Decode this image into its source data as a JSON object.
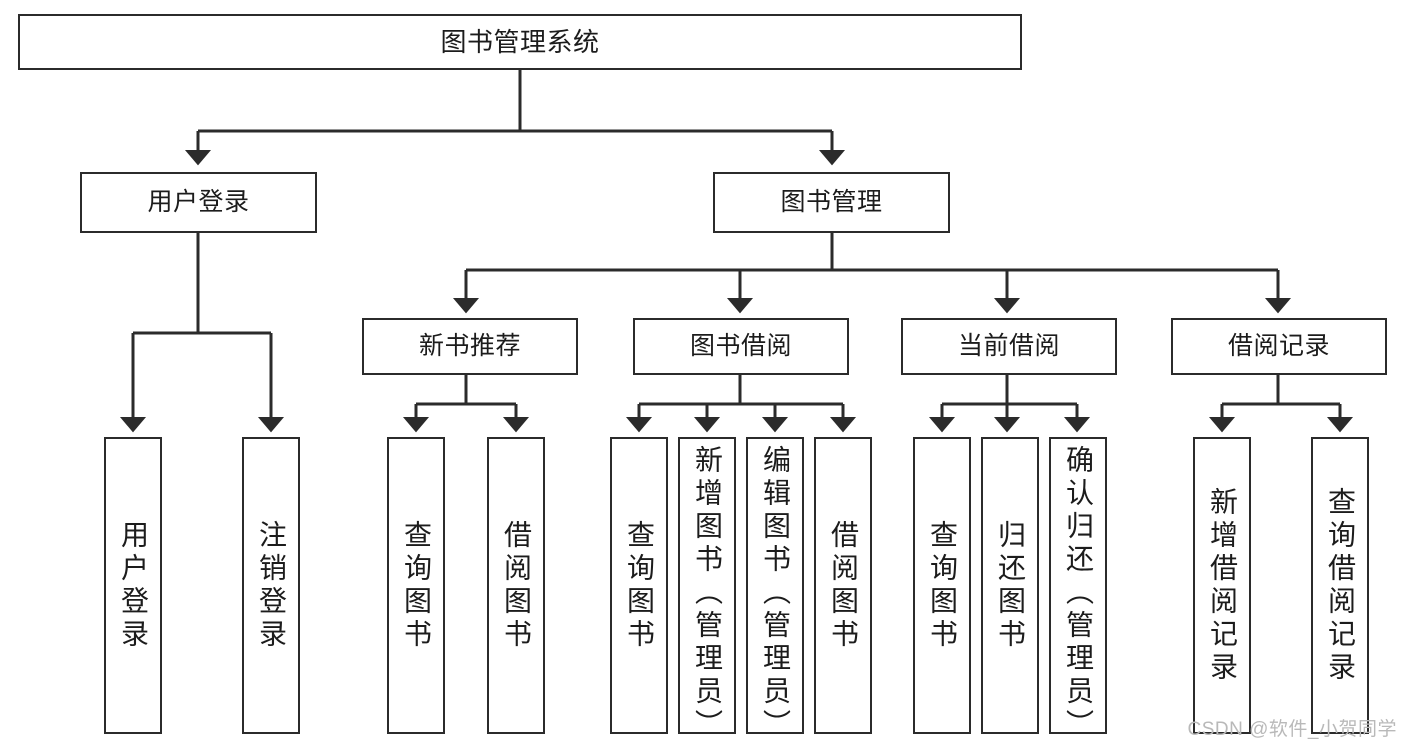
{
  "diagram": {
    "title": "图书管理系统",
    "type": "hierarchy-tree",
    "watermark": "CSDN @软件_小贺同学",
    "colors": {
      "stroke": "#2b2b2b",
      "fill": "#ffffff",
      "text": "#1c1c1c",
      "watermark": "#b9b9b9"
    },
    "levels": {
      "root": "图书管理系统",
      "level1": [
        "用户登录",
        "图书管理"
      ],
      "level2": [
        "新书推荐",
        "图书借阅",
        "当前借阅",
        "借阅记录"
      ]
    },
    "nodes": {
      "root": {
        "label": "图书管理系统"
      },
      "user_login": {
        "label": "用户登录"
      },
      "book_manage": {
        "label": "图书管理"
      },
      "new_book_rec": {
        "label": "新书推荐"
      },
      "book_borrow": {
        "label": "图书借阅"
      },
      "current_borrow": {
        "label": "当前借阅"
      },
      "borrow_record": {
        "label": "借阅记录"
      },
      "leaf_user_login": {
        "label": "用户登录"
      },
      "leaf_logout": {
        "label": "注销登录"
      },
      "leaf_query_book_a": {
        "label": "查询图书"
      },
      "leaf_borrow_book_a": {
        "label": "借阅图书"
      },
      "leaf_query_book_b": {
        "label": "查询图书"
      },
      "leaf_add_book": {
        "label": "新增图书（管理员）"
      },
      "leaf_edit_book": {
        "label": "编辑图书（管理员）"
      },
      "leaf_borrow_book_b": {
        "label": "借阅图书"
      },
      "leaf_query_book_c": {
        "label": "查询图书"
      },
      "leaf_return_book": {
        "label": "归还图书"
      },
      "leaf_confirm_return": {
        "label": "确认归还（管理员）"
      },
      "leaf_add_record": {
        "label": "新增借阅记录"
      },
      "leaf_query_record": {
        "label": "查询借阅记录"
      }
    },
    "edges": [
      {
        "from": "root",
        "to": "user_login"
      },
      {
        "from": "root",
        "to": "book_manage"
      },
      {
        "from": "user_login",
        "to": "leaf_user_login"
      },
      {
        "from": "user_login",
        "to": "leaf_logout"
      },
      {
        "from": "book_manage",
        "to": "new_book_rec"
      },
      {
        "from": "book_manage",
        "to": "book_borrow"
      },
      {
        "from": "book_manage",
        "to": "current_borrow"
      },
      {
        "from": "book_manage",
        "to": "borrow_record"
      },
      {
        "from": "new_book_rec",
        "to": "leaf_query_book_a"
      },
      {
        "from": "new_book_rec",
        "to": "leaf_borrow_book_a"
      },
      {
        "from": "book_borrow",
        "to": "leaf_query_book_b"
      },
      {
        "from": "book_borrow",
        "to": "leaf_add_book"
      },
      {
        "from": "book_borrow",
        "to": "leaf_edit_book"
      },
      {
        "from": "book_borrow",
        "to": "leaf_borrow_book_b"
      },
      {
        "from": "current_borrow",
        "to": "leaf_query_book_c"
      },
      {
        "from": "current_borrow",
        "to": "leaf_return_book"
      },
      {
        "from": "current_borrow",
        "to": "leaf_confirm_return"
      },
      {
        "from": "borrow_record",
        "to": "leaf_add_record"
      },
      {
        "from": "borrow_record",
        "to": "leaf_query_record"
      }
    ]
  }
}
